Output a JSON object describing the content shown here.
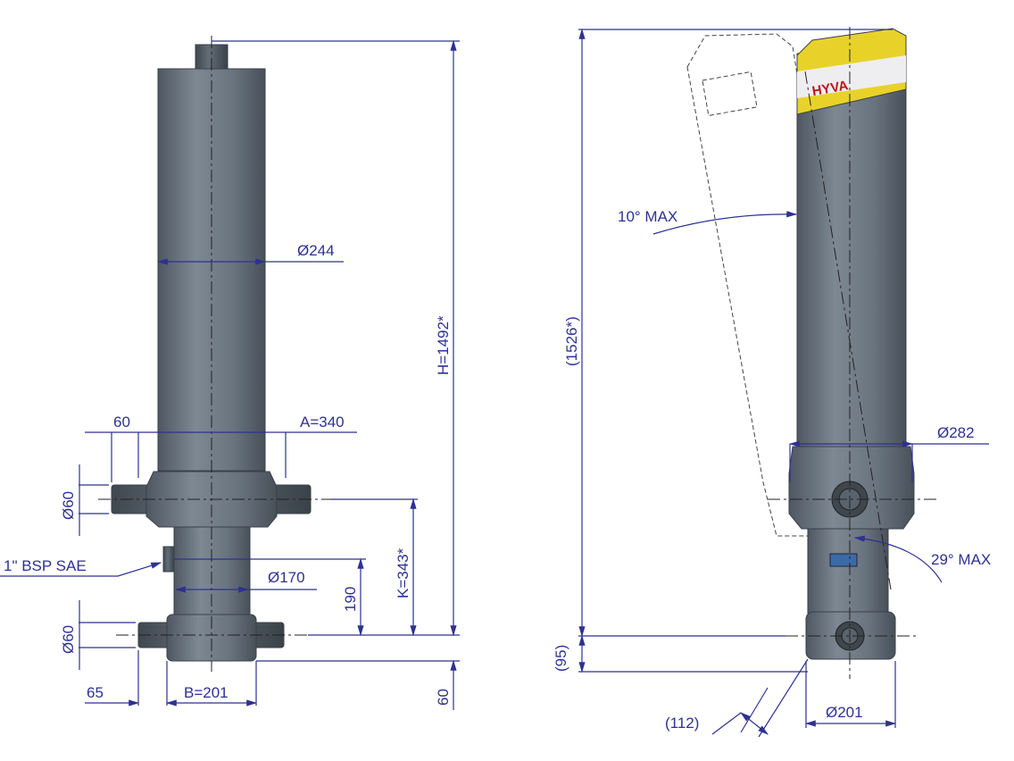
{
  "left_view": {
    "dims": {
      "barrel_diameter": "Ø244",
      "trunnion_offset": "60",
      "a_width": "A=340",
      "upper_pin_diameter": "Ø60",
      "port_label": "1\" BSP SAE",
      "tube_diameter": "Ø170",
      "port_height": "190",
      "k_height": "K=343*",
      "h_height": "H=1492*",
      "base_pin_length": "65",
      "b_width": "B=201",
      "lower_pin_diameter": "Ø60",
      "base_offset": "60"
    }
  },
  "right_view": {
    "logo": "HYVA",
    "dims": {
      "overall_height": "(1526*)",
      "tilt_angle": "10° MAX",
      "collar_diameter": "Ø282",
      "swing_angle": "29° MAX",
      "base_height": "(95)",
      "base_offset": "(112)",
      "base_diameter": "Ø201"
    }
  },
  "colors": {
    "dimension": "#2d3192",
    "body": "#6e7985",
    "logo_band": "#e8d22a",
    "logo_text": "#c0141c"
  }
}
